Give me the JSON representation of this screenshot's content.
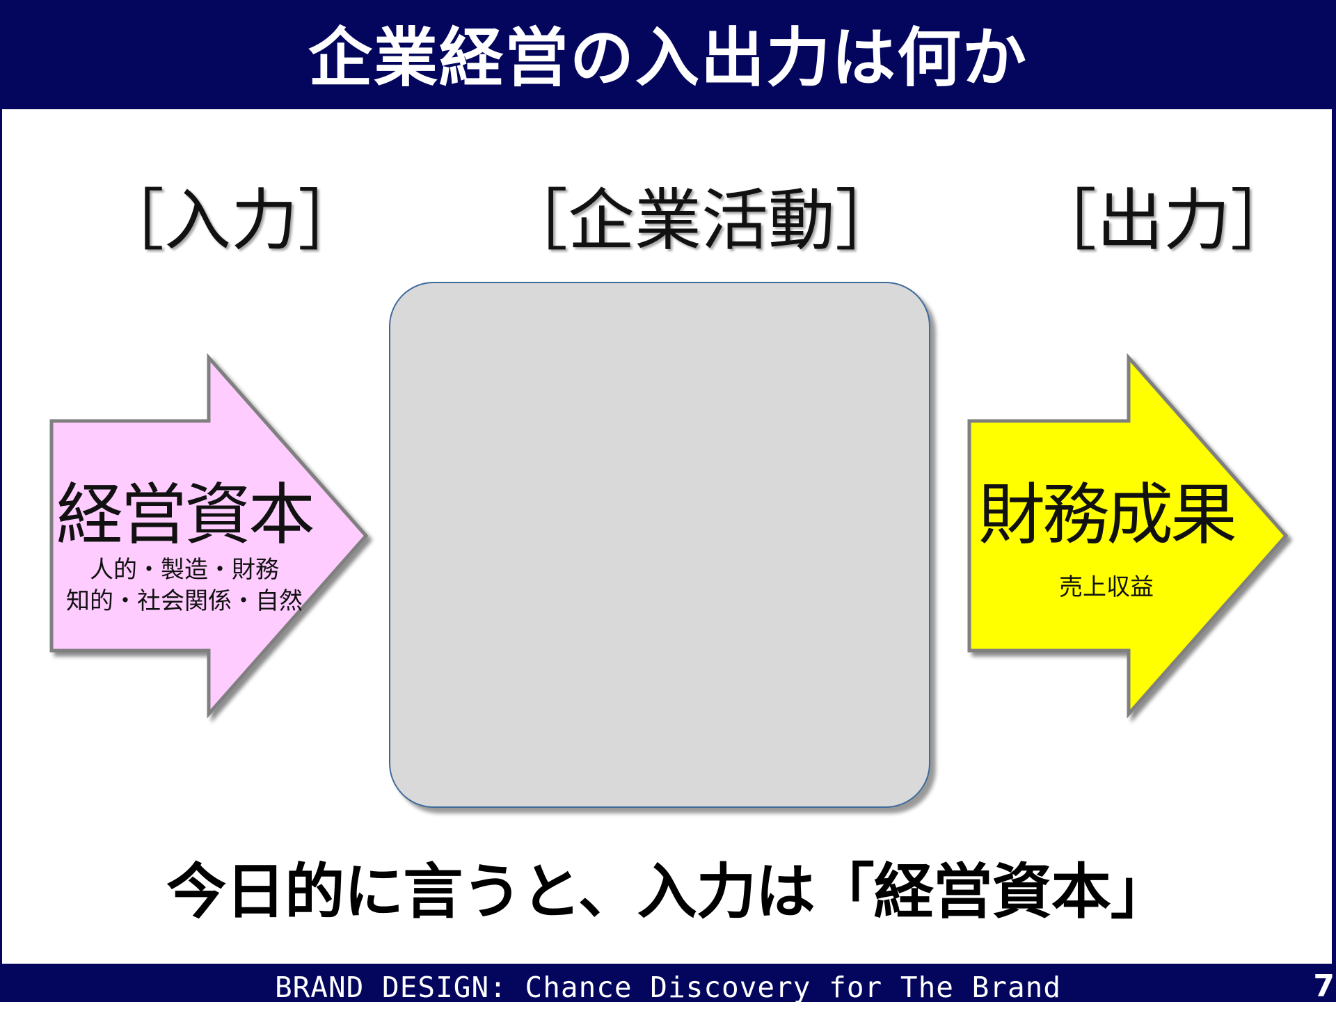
{
  "slide": {
    "title": "企業経営の入出力は何か",
    "labels": {
      "input": "［入力］",
      "activity": "［企業活動］",
      "output": "［出力］"
    },
    "input_arrow": {
      "main": "経営資本",
      "sub_line1": "人的・製造・財務",
      "sub_line2": "知的・社会関係・自然",
      "color": "#ffccff"
    },
    "output_arrow": {
      "main": "財務成果",
      "sub": "売上収益",
      "color": "#ffff00"
    },
    "center_box_color": "#d9d9d9",
    "statement": "今日的に言うと、入力は「経営資本」"
  },
  "footer": {
    "text": "BRAND DESIGN: Chance Discovery for The Brand",
    "page_number": "7"
  },
  "colors": {
    "brand_navy": "#04065e",
    "arrow_outline": "#7f7f7f",
    "box_border": "#3e6a9a"
  }
}
